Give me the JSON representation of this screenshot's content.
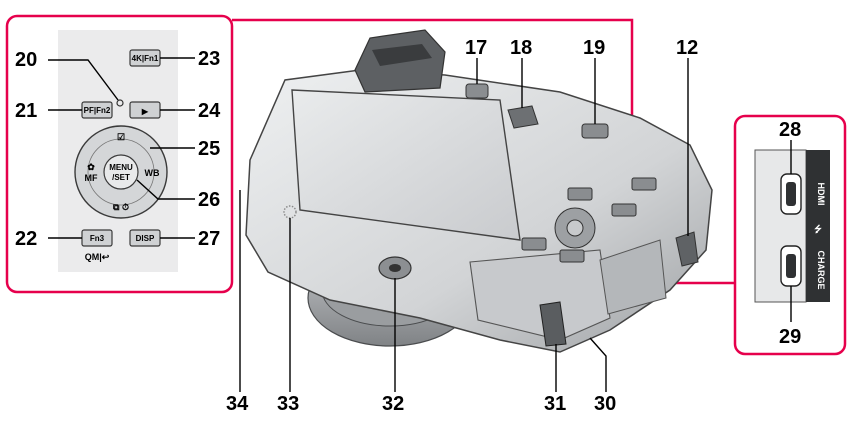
{
  "colors": {
    "callout": "#e6004c",
    "body_light": "#e3e4e6",
    "body_mid": "#b9bbbe",
    "body_dark": "#6f7275",
    "lcd": "#d7d9dc",
    "button": "#cfd1d3"
  },
  "panel_labels": {
    "num_20": "20",
    "num_21": "21",
    "num_22": "22",
    "num_23": "23",
    "num_24": "24",
    "num_25": "25",
    "num_26": "26",
    "num_27": "27"
  },
  "panel_buttons": {
    "fn1": "4K|Fn1",
    "fn2": "PF|Fn2",
    "fn3": "Fn3",
    "play": "▶",
    "disp": "DISP",
    "menu_line1": "MENU",
    "menu_line2": "/SET",
    "dial_top": "☑",
    "dial_left_line1": "✿",
    "dial_left_line2": "MF",
    "dial_right": "WB",
    "dial_bottom": "⧉ ⏱",
    "under_fn3": "QM|↩"
  },
  "camera_labels": {
    "num_17": "17",
    "num_18": "18",
    "num_19": "19",
    "num_12": "12",
    "num_34": "34",
    "num_33": "33",
    "num_32": "32",
    "num_31": "31",
    "num_30": "30"
  },
  "port_labels": {
    "num_28": "28",
    "num_29": "29",
    "hdmi": "HDMI",
    "charge": "CHARGE",
    "usb_symbol": "⭍"
  }
}
